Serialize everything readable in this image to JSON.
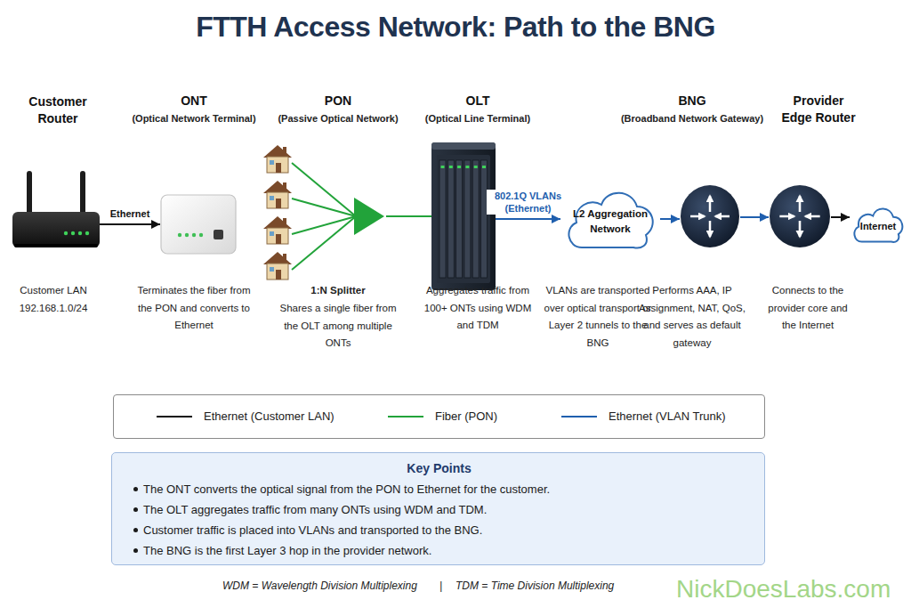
{
  "diagram": {
    "title": "FTTH Access Network: Path to the BNG",
    "nodes": [
      {
        "text": [
          "Customer Router",
          "Customer LAN 192.168.1.0/24"
        ]
      },
      {
        "text": [
          "ONT",
          "(Optical Network Terminal)",
          "Terminates the fiber from the PON and converts to Ethernet"
        ]
      },
      {
        "text": [
          "PON",
          "(Passive Optical Network)",
          "1:N Splitter",
          "Shares a single fiber from the OLT among multiple ONTs"
        ]
      },
      {
        "text": [
          "OLT",
          "(Optical Line Terminal)",
          "Aggregates traffic from 100+ ONTs using WDM and TDM"
        ]
      },
      {
        "text": [
          "L2 Aggregation Network",
          "VLANs are transported over optical transport or Layer 2 tunnels to the BNG"
        ]
      },
      {
        "text": [
          "BNG",
          "(Broadband Network Gateway)",
          "Performs AAA, IP Assignment, NAT, QoS, and serves as default gateway"
        ]
      },
      {
        "text": [
          "Provider Edge Router",
          "Connects to the provider core and the Internet"
        ]
      },
      {
        "text": [
          "Internet"
        ]
      },
      {
        "text": [
          "Key Points",
          "The ONT converts the optical signal from the PON to Ethernet for the customer.",
          "The OLT aggregates traffic from many ONTs using WDM and TDM.",
          "Customer traffic is placed into VLANs and transported to the BNG.",
          "The BNG is the first Layer 3 hop in the provider network."
        ]
      }
    ],
    "edges": [
      {
        "from": 0,
        "to": 1,
        "label": "Ethernet",
        "arrow": "to"
      },
      {
        "from": 2,
        "to": 3,
        "arrow": "none"
      },
      {
        "from": 3,
        "to": 4,
        "label": "802.1Q VLANs (Ethernet)",
        "arrow": "to"
      },
      {
        "from": 4,
        "to": 5,
        "arrow": "to"
      },
      {
        "from": 5,
        "to": 6,
        "arrow": "to"
      },
      {
        "from": 6,
        "to": 7,
        "arrow": "to"
      }
    ],
    "labels": [
      "WDM = Wavelength Division Multiplexing",
      "|",
      "TDM = Time Division Multiplexing",
      "NickDoesLabs.com"
    ],
    "legend": [
      {
        "text": "Ethernet (Customer LAN)"
      },
      {
        "text": "Fiber (PON)"
      },
      {
        "text": "Ethernet (VLAN Trunk)"
      }
    ]
  }
}
